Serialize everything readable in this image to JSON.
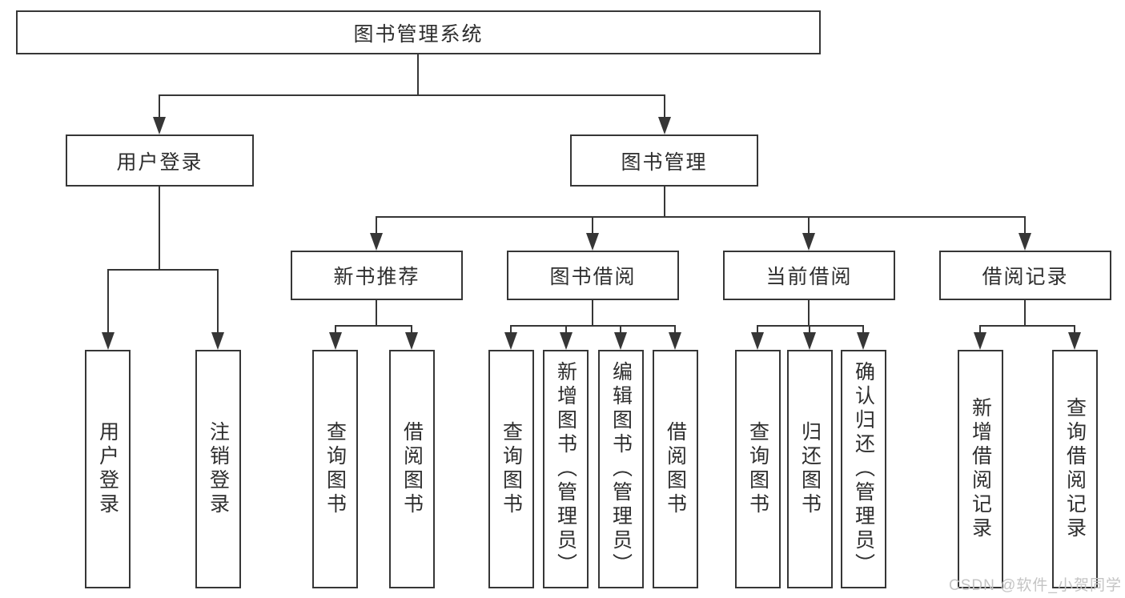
{
  "colors": {
    "line": "#363636",
    "background": "#ffffff",
    "text": "#2e2e2e",
    "watermark": "#c4c4c4"
  },
  "diagram": {
    "root": {
      "label": "图书管理系统"
    },
    "level2": [
      {
        "label": "用户登录"
      },
      {
        "label": "图书管理"
      }
    ],
    "level3": [
      {
        "label": "新书推荐"
      },
      {
        "label": "图书借阅"
      },
      {
        "label": "当前借阅"
      },
      {
        "label": "借阅记录"
      }
    ],
    "leaves": {
      "user_login": [
        "用户登录",
        "注销登录"
      ],
      "new_book_recommend": [
        "查询图书",
        "借阅图书"
      ],
      "book_borrow": [
        "查询图书",
        "新增图书（管理员）",
        "编辑图书（管理员）",
        "借阅图书"
      ],
      "current_borrow": [
        "查询图书",
        "归还图书",
        "确认归还（管理员）"
      ],
      "borrow_record": [
        "新增借阅记录",
        "查询借阅记录"
      ]
    }
  },
  "watermark": {
    "text": "CSDN @软件_小贺同学"
  }
}
